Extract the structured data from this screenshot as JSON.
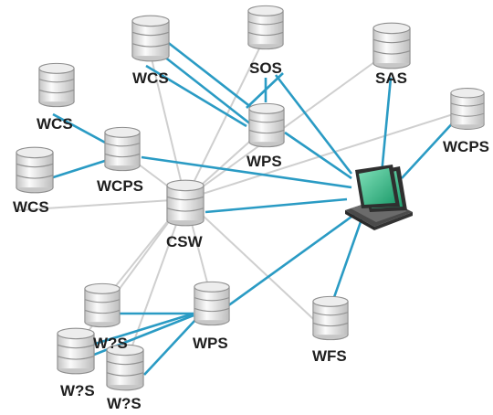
{
  "nodes": [
    {
      "id": "wcs-top",
      "label": "WCS"
    },
    {
      "id": "sos",
      "label": "SOS"
    },
    {
      "id": "sas",
      "label": "SAS"
    },
    {
      "id": "wcs-left-upper",
      "label": "WCS"
    },
    {
      "id": "wps-top",
      "label": "WPS"
    },
    {
      "id": "wcps-right",
      "label": "WCPS"
    },
    {
      "id": "wcps-left",
      "label": "WCPS"
    },
    {
      "id": "wcs-left-lower",
      "label": "WCS"
    },
    {
      "id": "csw",
      "label": "CSW"
    },
    {
      "id": "wps-bottom",
      "label": "WPS"
    },
    {
      "id": "wfs",
      "label": "WFS"
    },
    {
      "id": "w-s-1",
      "label": "W?S"
    },
    {
      "id": "w-s-2",
      "label": "W?S"
    },
    {
      "id": "w-s-3",
      "label": "W?S"
    }
  ],
  "colors": {
    "primary_link": "#2a9bc4",
    "secondary_link": "#cfcfcf",
    "database": "#d9d9d9",
    "laptop_screen": "#39b889"
  },
  "icons": {
    "database": "database-icon",
    "client": "laptop-icon"
  }
}
